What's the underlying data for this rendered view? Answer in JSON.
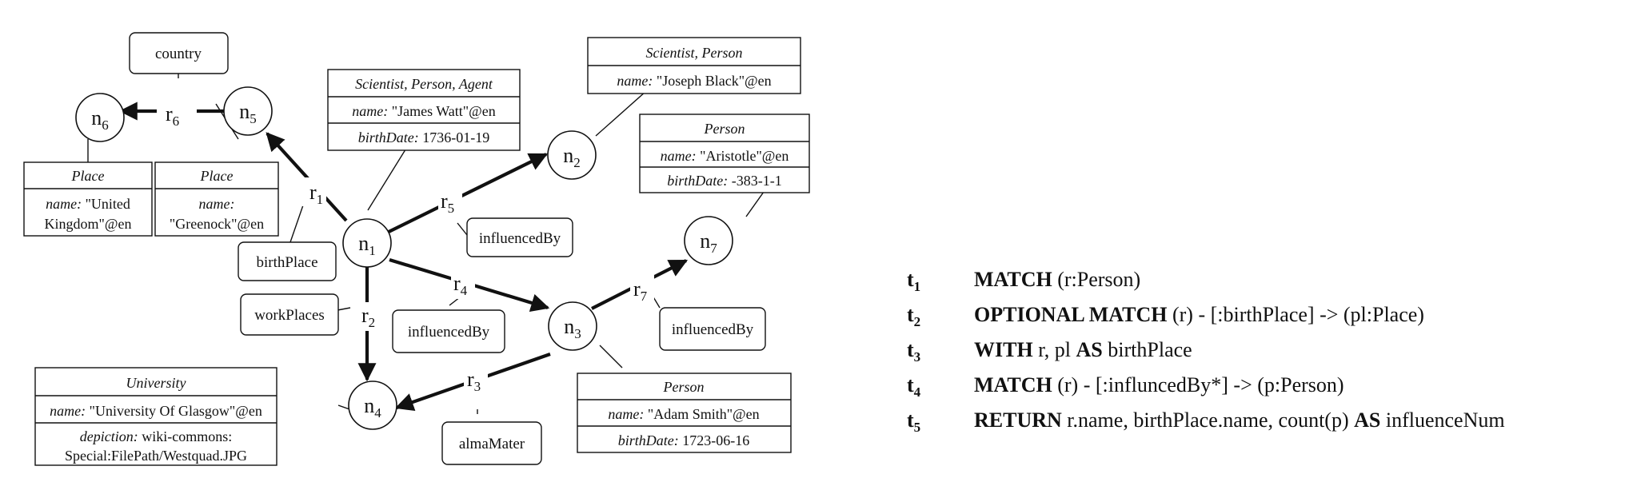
{
  "graph": {
    "nodes": {
      "n1": "n",
      "n2": "n",
      "n3": "n",
      "n4": "n",
      "n5": "n",
      "n6": "n",
      "n7": "n"
    },
    "node_subs": {
      "n1": "1",
      "n2": "2",
      "n3": "3",
      "n4": "4",
      "n5": "5",
      "n6": "6",
      "n7": "7"
    },
    "edges": {
      "r1": "r",
      "r2": "r",
      "r3": "r",
      "r4": "r",
      "r5": "r",
      "r6": "r",
      "r7": "r"
    },
    "edge_subs": {
      "r1": "1",
      "r2": "2",
      "r3": "3",
      "r4": "4",
      "r5": "5",
      "r6": "6",
      "r7": "7"
    },
    "edge_labels": {
      "country": "country",
      "birthPlace": "birthPlace",
      "workPlaces": "workPlaces",
      "influencedBy_r5": "influencedBy",
      "influencedBy_r4": "influencedBy",
      "influencedBy_r7": "influencedBy",
      "almaMater": "almaMater"
    },
    "props": {
      "n1": {
        "type": "Scientist, Person, Agent",
        "name_key": "name:",
        "name_val": "\"James Watt\"@en",
        "birth_key": "birthDate:",
        "birth_val": "1736-01-19"
      },
      "n2": {
        "type": "Scientist, Person",
        "name_key": "name:",
        "name_val": "\"Joseph Black\"@en"
      },
      "n7": {
        "type": "Person",
        "name_key": "name:",
        "name_val": "\"Aristotle\"@en",
        "birth_key": "birthDate:",
        "birth_val": "-383-1-1"
      },
      "n6": {
        "type": "Place",
        "name_key": "name:",
        "name_val1": "\"United",
        "name_val2": "Kingdom\"@en"
      },
      "n5": {
        "type": "Place",
        "name_key": "name:",
        "name_val": "\"Greenock\"@en"
      },
      "n4": {
        "type": "University",
        "name_key": "name:",
        "name_val": "\"University Of Glasgow\"@en",
        "depiction_key": "depiction:",
        "depiction_val1": "wiki-commons:",
        "depiction_val2": "Special:FilePath/Westquad.JPG"
      },
      "n3": {
        "type": "Person",
        "name_key": "name:",
        "name_val": "\"Adam Smith\"@en",
        "birth_key": "birthDate:",
        "birth_val": "1723-06-16"
      }
    }
  },
  "query": [
    {
      "id": "t",
      "sub": "1",
      "kw1": "MATCH",
      "text1": " (r:Person)"
    },
    {
      "id": "t",
      "sub": "2",
      "kw1": "OPTIONAL MATCH",
      "text1": " (r) - [:birthPlace] -> (pl:Place)"
    },
    {
      "id": "t",
      "sub": "3",
      "kw1": "WITH",
      "text1": " r, pl ",
      "kw2": "AS",
      "text2": " birthPlace"
    },
    {
      "id": "t",
      "sub": "4",
      "kw1": "MATCH",
      "text1": " (r) - [:influncedBy*] -> (p:Person)"
    },
    {
      "id": "t",
      "sub": "5",
      "kw1": "RETURN",
      "text1": " r.name, birthPlace.name, count(p) ",
      "kw2": "AS",
      "text2": " influenceNum"
    }
  ]
}
